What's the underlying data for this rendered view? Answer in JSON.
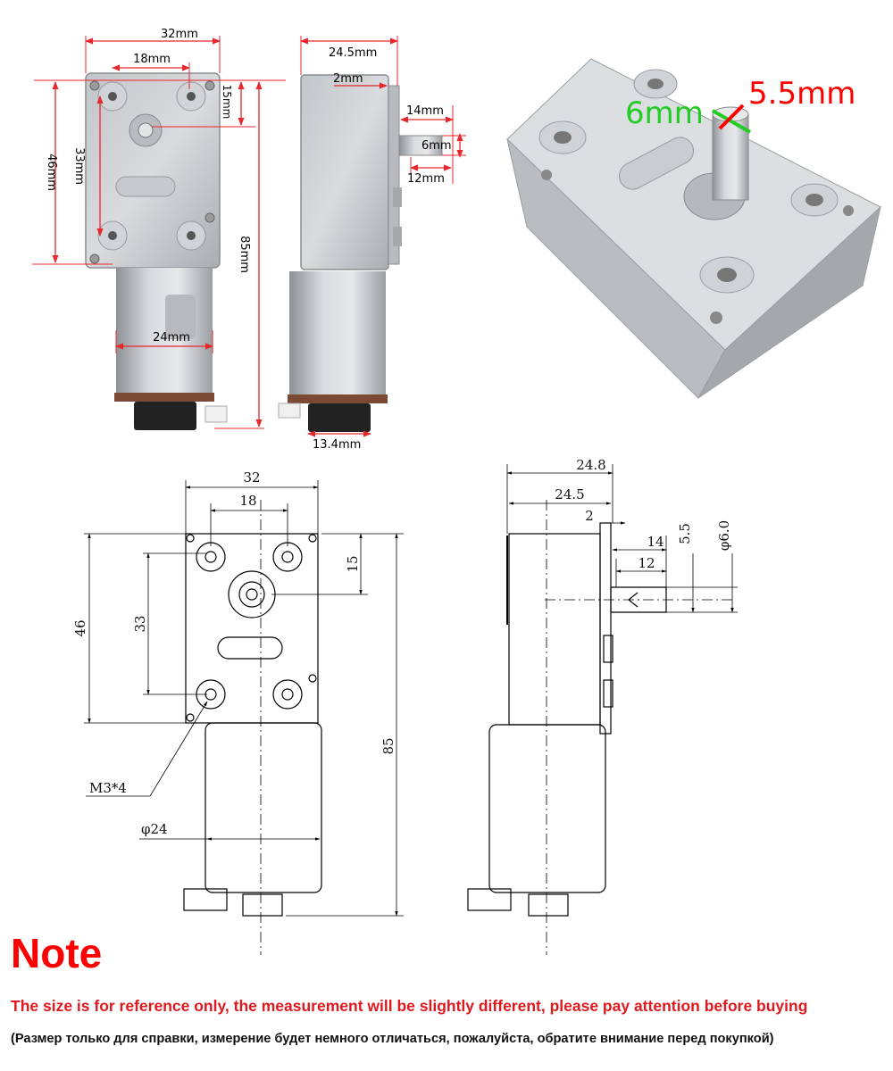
{
  "colors": {
    "red": "#ff0000",
    "dim_red": "#e8262b",
    "green": "#22cc22",
    "metal": "#c9ccd0",
    "outline": "#000000"
  },
  "photo_front": {
    "width": "32mm",
    "hole_spacing_x": "18mm",
    "shaft_offset": "15mm",
    "height_gearbox": "46mm",
    "hole_spacing_y": "33mm",
    "total_length": "85mm",
    "motor_diameter": "24mm"
  },
  "photo_side": {
    "depth": "24.5mm",
    "plate": "2mm",
    "shaft_length": "14mm",
    "shaft_dia": "6mm",
    "shaft_flat_length": "12mm",
    "encoder_width": "13.4mm"
  },
  "photo_iso": {
    "shaft_dia": "6mm",
    "shaft_flat": "5.5mm"
  },
  "drawing_front": {
    "width": "32",
    "hole_spacing_x": "18",
    "shaft_offset": "15",
    "height": "46",
    "hole_spacing_y": "33",
    "total_length": "85",
    "screw_label": "M3*4",
    "motor_diameter": "φ24"
  },
  "drawing_side": {
    "total_depth": "24.8",
    "depth": "24.5",
    "plate": "2",
    "shaft_length": "14",
    "shaft_flat_length": "12",
    "shaft_flat": "5.5",
    "shaft_dia": "φ6.0"
  },
  "note": {
    "title": "Note",
    "english": "The size is for reference only, the measurement will be slightly different, please pay attention before buying",
    "russian": "(Размер только для справки, измерение будет немного отличаться, пожалуйста, обратите внимание перед покупкой)"
  }
}
